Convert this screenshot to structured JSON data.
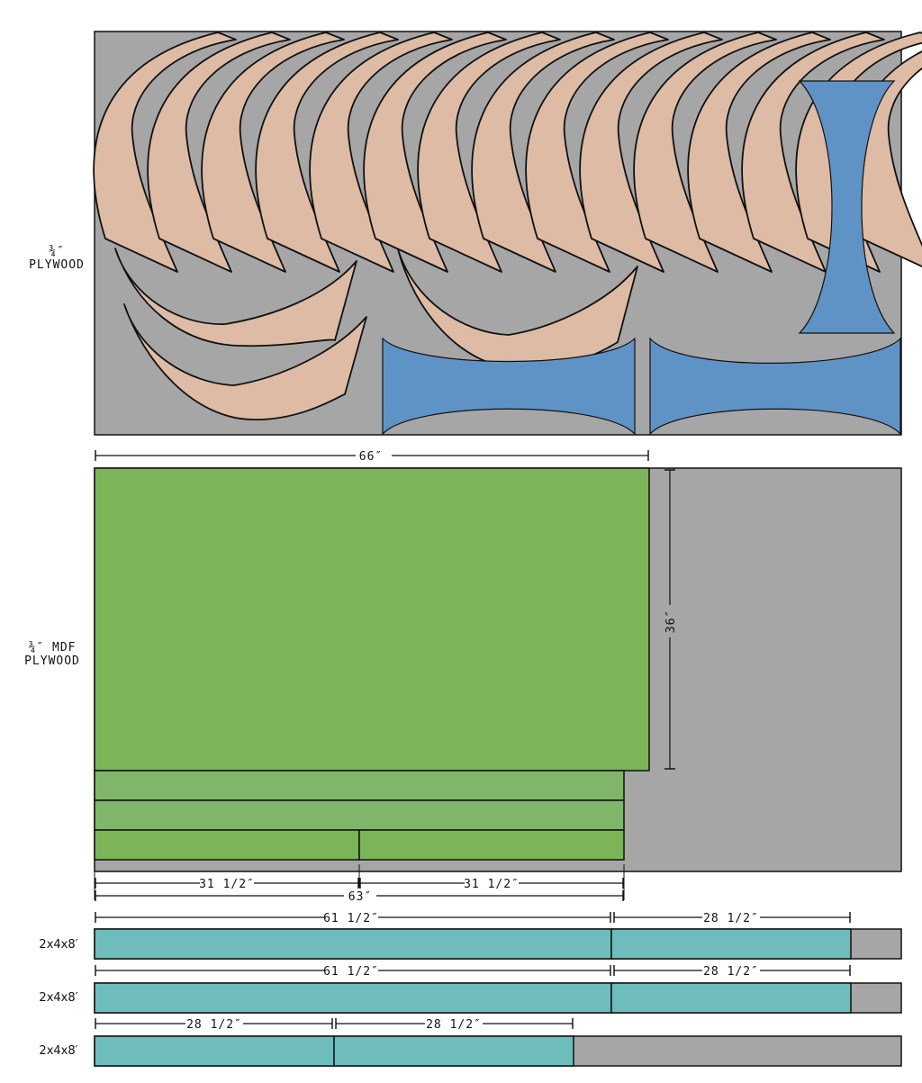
{
  "sheets": {
    "plywood": {
      "label_line1": "¾″",
      "label_line2": "PLYWOOD"
    },
    "mdf": {
      "label_line1": "¾″ MDF",
      "label_line2": "PLYWOOD",
      "dim_width": "66″",
      "dim_height": "36″",
      "dim_half_left": "31 1/2″",
      "dim_half_right": "31 1/2″",
      "dim_total": "63″"
    }
  },
  "lumber": [
    {
      "label": "2x4x8′",
      "dim_a": "61 1/2″",
      "dim_b": "28 1/2″"
    },
    {
      "label": "2x4x8′",
      "dim_a": "61 1/2″",
      "dim_b": "28 1/2″"
    },
    {
      "label": "2x4x8′",
      "dim_a": "28 1/2″",
      "dim_b": "28 1/2″"
    }
  ],
  "colors": {
    "sheet_gray": "#a6a6a6",
    "rib_tan": "#ddbba5",
    "spacer_blue": "#5f93c6",
    "mdf_green": "#7cb458",
    "strip_green": "#80b66a",
    "board_teal": "#6fbcbc"
  }
}
